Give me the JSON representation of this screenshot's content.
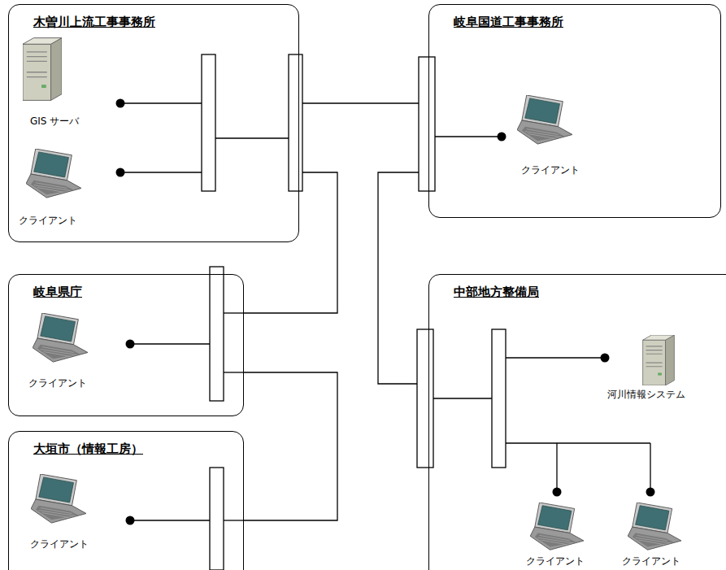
{
  "diagram": {
    "nodes": [
      {
        "text": [
          "木曽川上流工事事務所"
        ]
      },
      {
        "text": [
          "GIS サーバ"
        ],
        "in": 0
      },
      {
        "text": [
          "クライアント"
        ],
        "in": 0
      },
      {
        "text": [
          "岐阜国道工事事務所"
        ]
      },
      {
        "text": [
          "クライアント"
        ],
        "in": 3
      },
      {
        "text": [
          "岐阜県庁"
        ]
      },
      {
        "text": [
          "クライアント"
        ],
        "in": 5
      },
      {
        "text": [
          "大垣市（情報工房）"
        ]
      },
      {
        "text": [
          "クライアント"
        ],
        "in": 7
      },
      {
        "text": [
          "中部地方整備局"
        ]
      },
      {
        "text": [
          "河川情報システム"
        ],
        "in": 9
      },
      {
        "text": [
          "クライアント"
        ],
        "in": 9
      },
      {
        "text": [
          "クライアント"
        ],
        "in": 9
      }
    ],
    "edges": [
      {
        "from": 0,
        "to": 3,
        "arrow": "none"
      },
      {
        "from": 0,
        "to": 5,
        "arrow": "none"
      },
      {
        "from": 5,
        "to": 7,
        "arrow": "none"
      },
      {
        "from": 3,
        "to": 9,
        "arrow": "none"
      }
    ]
  }
}
